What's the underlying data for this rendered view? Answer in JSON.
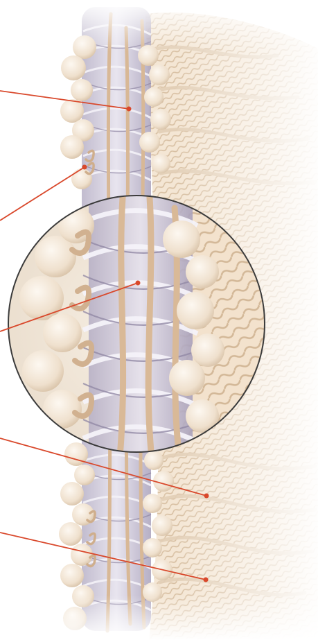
{
  "illustration": {
    "subject": "knitted-fiber-structure-closeup",
    "palette": {
      "background": "#ffffff",
      "cream": "#f1e3d2",
      "cream_light": "#f9f1e7",
      "cream_shadow": "#d9c2a8",
      "tan_fiber": "#d8b896",
      "lavender_coil": "#c9c3d6",
      "lavender_dark": "#8f86a3",
      "leader_line": "#d9482b",
      "magnifier_ring": "#3b3b3b"
    },
    "magnifier": {
      "shape": "circle"
    },
    "callouts": [
      {
        "name": "callout-1",
        "text": ""
      },
      {
        "name": "callout-2",
        "text": ""
      },
      {
        "name": "callout-3",
        "text": ""
      },
      {
        "name": "callout-4",
        "text": ""
      },
      {
        "name": "callout-5",
        "text": ""
      }
    ]
  }
}
